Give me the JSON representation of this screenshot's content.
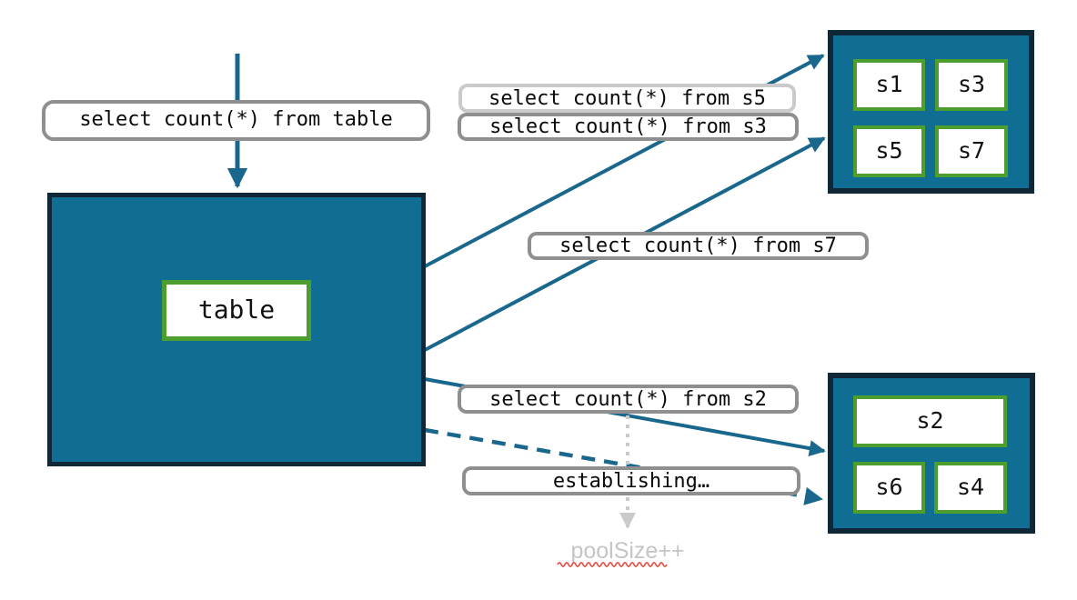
{
  "labels": {
    "query_table": "select count(*) from table",
    "query_s5": "select count(*) from s5",
    "query_s3": "select count(*) from s3",
    "query_s7": "select count(*) from s7",
    "query_s2": "select count(*) from s2",
    "establishing": "establishing…",
    "pool_size": "poolSize++"
  },
  "table_node": {
    "label": "table"
  },
  "groups": {
    "top": {
      "shards": [
        "s1",
        "s3",
        "s5",
        "s7"
      ]
    },
    "bottom": {
      "shards": [
        "s2",
        "s6",
        "s4"
      ]
    }
  },
  "colors": {
    "teal_fill": "#106D94",
    "navy_border": "#0F2737",
    "green_border": "#4C9F2F",
    "arrow_teal": "#19678D",
    "pill_border_gray": "#8F8F8F",
    "pill_border_light": "#CACACA",
    "dotted_gray": "#CACACA",
    "pool_text_gray": "#C5C5C5",
    "squiggle_red": "#E2544B"
  }
}
